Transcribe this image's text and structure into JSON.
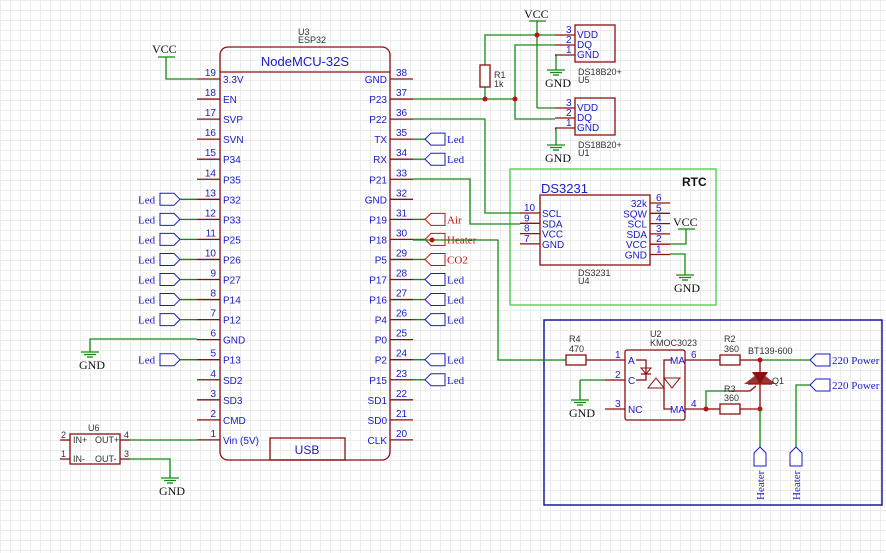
{
  "colors": {
    "wire": "#138a13",
    "pin": "#8b1010",
    "text": "#1a1ac8",
    "rtc_frame": "#5fd35f",
    "power_frame": "#1a1aa0",
    "signal_flag": "#c01010"
  },
  "esp32": {
    "ref": "U3",
    "part": "ESP32",
    "title": "NodeMCU-32S",
    "usb": "USB",
    "left_pins": [
      {
        "num": "19",
        "name": "3.3V"
      },
      {
        "num": "18",
        "name": "EN"
      },
      {
        "num": "17",
        "name": "SVP"
      },
      {
        "num": "16",
        "name": "SVN"
      },
      {
        "num": "15",
        "name": "P34"
      },
      {
        "num": "14",
        "name": "P35"
      },
      {
        "num": "13",
        "name": "P32",
        "net": "Led"
      },
      {
        "num": "12",
        "name": "P33",
        "net": "Led"
      },
      {
        "num": "11",
        "name": "P25",
        "net": "Led"
      },
      {
        "num": "10",
        "name": "P26",
        "net": "Led"
      },
      {
        "num": "9",
        "name": "P27",
        "net": "Led"
      },
      {
        "num": "8",
        "name": "P14",
        "net": "Led"
      },
      {
        "num": "7",
        "name": "P12",
        "net": "Led"
      },
      {
        "num": "6",
        "name": "GND"
      },
      {
        "num": "5",
        "name": "P13",
        "net": "Led"
      },
      {
        "num": "4",
        "name": "SD2"
      },
      {
        "num": "3",
        "name": "SD3"
      },
      {
        "num": "2",
        "name": "CMD"
      },
      {
        "num": "1",
        "name": "Vin (5V)"
      }
    ],
    "right_pins": [
      {
        "num": "38",
        "name": "GND"
      },
      {
        "num": "37",
        "name": "P23"
      },
      {
        "num": "36",
        "name": "P22"
      },
      {
        "num": "35",
        "name": "TX",
        "net": "Led"
      },
      {
        "num": "34",
        "name": "RX",
        "net": "Led"
      },
      {
        "num": "33",
        "name": "P21"
      },
      {
        "num": "32",
        "name": "GND"
      },
      {
        "num": "31",
        "name": "P19",
        "net": "Air",
        "signal": true
      },
      {
        "num": "30",
        "name": "P18",
        "net": "Heater",
        "signal": true
      },
      {
        "num": "29",
        "name": "P5",
        "net": "CO2",
        "signal": true
      },
      {
        "num": "28",
        "name": "P17",
        "net": "Led"
      },
      {
        "num": "27",
        "name": "P16",
        "net": "Led"
      },
      {
        "num": "26",
        "name": "P4",
        "net": "Led"
      },
      {
        "num": "25",
        "name": "P0"
      },
      {
        "num": "24",
        "name": "P2",
        "net": "Led"
      },
      {
        "num": "23",
        "name": "P15",
        "net": "Led"
      },
      {
        "num": "22",
        "name": "SD1"
      },
      {
        "num": "21",
        "name": "SD0"
      },
      {
        "num": "20",
        "name": "CLK"
      }
    ]
  },
  "power": {
    "vcc": "VCC",
    "gnd": "GND"
  },
  "r1": {
    "ref": "R1",
    "value": "1k"
  },
  "u5": {
    "ref": "U5",
    "part": "DS18B20+",
    "pins": [
      {
        "num": "3",
        "name": "VDD"
      },
      {
        "num": "2",
        "name": "DQ"
      },
      {
        "num": "1",
        "name": "GND"
      }
    ]
  },
  "u1": {
    "ref": "U1",
    "part": "DS18B20+",
    "pins": [
      {
        "num": "3",
        "name": "VDD"
      },
      {
        "num": "2",
        "name": "DQ"
      },
      {
        "num": "1",
        "name": "GND"
      }
    ]
  },
  "rtc": {
    "frame_title": "RTC",
    "title": "DS3231",
    "part": "DS3231",
    "ref": "U4",
    "left_pins": [
      {
        "num": "10",
        "name": "SCL"
      },
      {
        "num": "9",
        "name": "SDA"
      },
      {
        "num": "8",
        "name": "VCC"
      },
      {
        "num": "7",
        "name": "GND"
      }
    ],
    "right_pins": [
      {
        "num": "6",
        "name": "32k"
      },
      {
        "num": "5",
        "name": "SQW"
      },
      {
        "num": "4",
        "name": "SCL"
      },
      {
        "num": "3",
        "name": "SDA"
      },
      {
        "num": "2",
        "name": "VCC"
      },
      {
        "num": "1",
        "name": "GND"
      }
    ]
  },
  "u6": {
    "ref": "U6",
    "pins": [
      {
        "num": "2",
        "name": "IN+"
      },
      {
        "num": "1",
        "name": "IN-"
      },
      {
        "num": "4",
        "name": "OUT+"
      },
      {
        "num": "3",
        "name": "OUT-"
      }
    ]
  },
  "driver": {
    "r4": {
      "ref": "R4",
      "value": "470"
    },
    "u2": {
      "ref": "U2",
      "part": "KMOC3023",
      "pins": [
        {
          "num": "1",
          "name": "A"
        },
        {
          "num": "2",
          "name": "C"
        },
        {
          "num": "3",
          "name": "NC"
        },
        {
          "num": "6",
          "name": "MA"
        },
        {
          "num": "4",
          "name": "MA"
        }
      ]
    },
    "r2": {
      "ref": "R2",
      "value": "360"
    },
    "r3": {
      "ref": "R3",
      "value": "360"
    },
    "q1": {
      "ref": "Q1",
      "part": "BT139-600"
    },
    "power_label_1": "220 Power",
    "power_label_2": "220 Power",
    "heater_label_1": "Heater",
    "heater_label_2": "Heater"
  }
}
